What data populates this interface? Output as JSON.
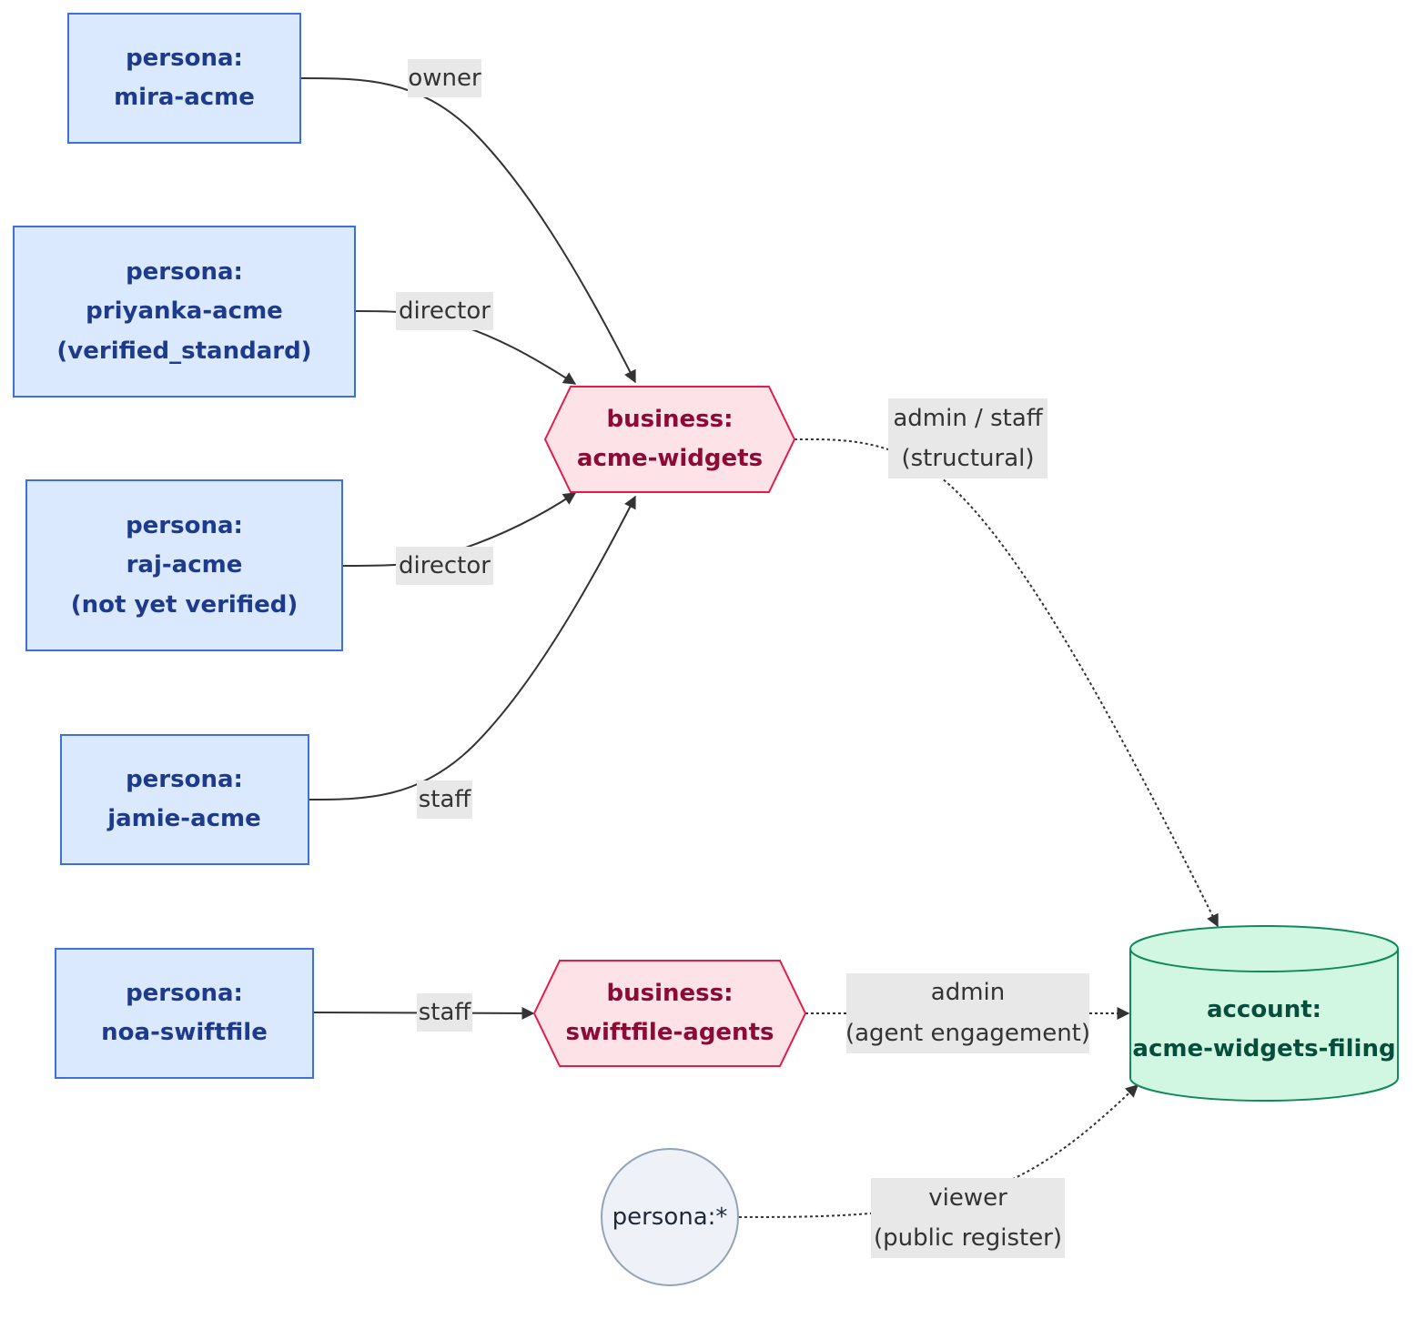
{
  "personas": [
    {
      "id": "mira",
      "lines": [
        "persona:",
        "mira-acme"
      ]
    },
    {
      "id": "priyanka",
      "lines": [
        "persona:",
        "priyanka-acme",
        "(verified_standard)"
      ]
    },
    {
      "id": "raj",
      "lines": [
        "persona:",
        "raj-acme",
        "(not yet verified)"
      ]
    },
    {
      "id": "jamie",
      "lines": [
        "persona:",
        "jamie-acme"
      ]
    },
    {
      "id": "noa",
      "lines": [
        "persona:",
        "noa-swiftfile"
      ]
    }
  ],
  "businesses": [
    {
      "id": "acme",
      "lines": [
        "business:",
        "acme-widgets"
      ]
    },
    {
      "id": "swift",
      "lines": [
        "business:",
        "swiftfile-agents"
      ]
    }
  ],
  "account": {
    "lines": [
      "account:",
      "acme-widgets-filing"
    ]
  },
  "wildcard": {
    "label": "persona:*"
  },
  "edges": [
    {
      "id": "mira-acme",
      "lines": [
        "owner"
      ]
    },
    {
      "id": "priyanka-acme",
      "lines": [
        "director"
      ]
    },
    {
      "id": "raj-acme",
      "lines": [
        "director"
      ]
    },
    {
      "id": "jamie-acme",
      "lines": [
        "staff"
      ]
    },
    {
      "id": "noa-swift",
      "lines": [
        "staff"
      ]
    },
    {
      "id": "acme-account",
      "lines": [
        "admin / staff",
        "(structural)"
      ]
    },
    {
      "id": "swift-account",
      "lines": [
        "admin",
        "(agent engagement)"
      ]
    },
    {
      "id": "wild-account",
      "lines": [
        "viewer",
        "(public register)"
      ]
    }
  ],
  "colors": {
    "persona_fill": "#dbe9ff",
    "persona_stroke": "#3f6fd8",
    "business_fill": "#fde2e7",
    "business_stroke": "#e11d48",
    "account_fill": "#d1f7e2",
    "account_stroke": "#0f8a5a",
    "edge": "#333333",
    "label_bg": "#e8e8e8"
  }
}
